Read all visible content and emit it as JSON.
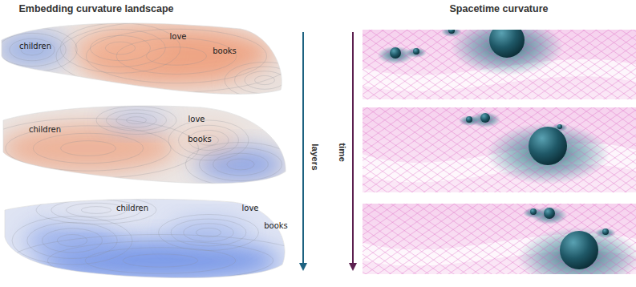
{
  "diagram": {
    "labels": [
      "Embedding curvature landscape",
      "Spacetime curvature",
      "children",
      "love",
      "books",
      "children",
      "love",
      "books",
      "children",
      "love",
      "books",
      "layers",
      "time"
    ]
  }
}
